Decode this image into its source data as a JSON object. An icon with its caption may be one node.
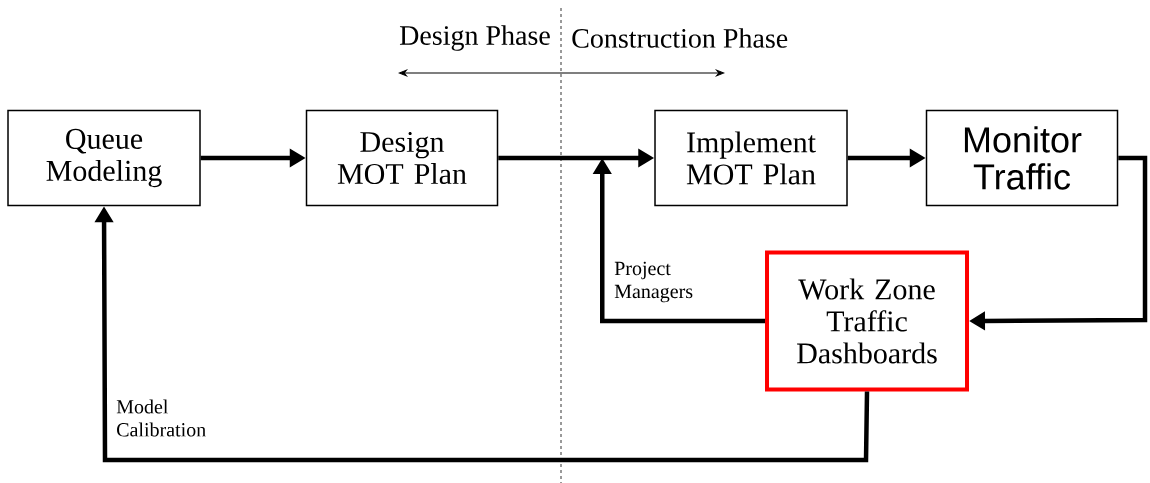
{
  "diagram": {
    "nodes": [
      {
        "text": [
          "Queue Modeling"
        ]
      },
      {
        "text": [
          "Design MOT Plan"
        ]
      },
      {
        "text": [
          "Implement MOT Plan"
        ]
      },
      {
        "text": [
          "Monitor Traffic"
        ]
      },
      {
        "text": [
          "Work Zone Traffic Dashboards"
        ]
      }
    ],
    "edges": [
      {
        "from": 0,
        "to": 1,
        "arrow": "to"
      },
      {
        "from": 1,
        "to": 2,
        "arrow": "to"
      },
      {
        "from": 2,
        "to": 3,
        "arrow": "to"
      },
      {
        "from": 3,
        "to": 4,
        "arrow": "to"
      },
      {
        "from": 4,
        "to": 2,
        "arrow": "to",
        "label": "Project Managers"
      },
      {
        "from": 4,
        "to": 0,
        "arrow": "to",
        "label": "Model Calibration"
      }
    ],
    "labels": [
      "Design Phase",
      "Construction Phase"
    ]
  }
}
